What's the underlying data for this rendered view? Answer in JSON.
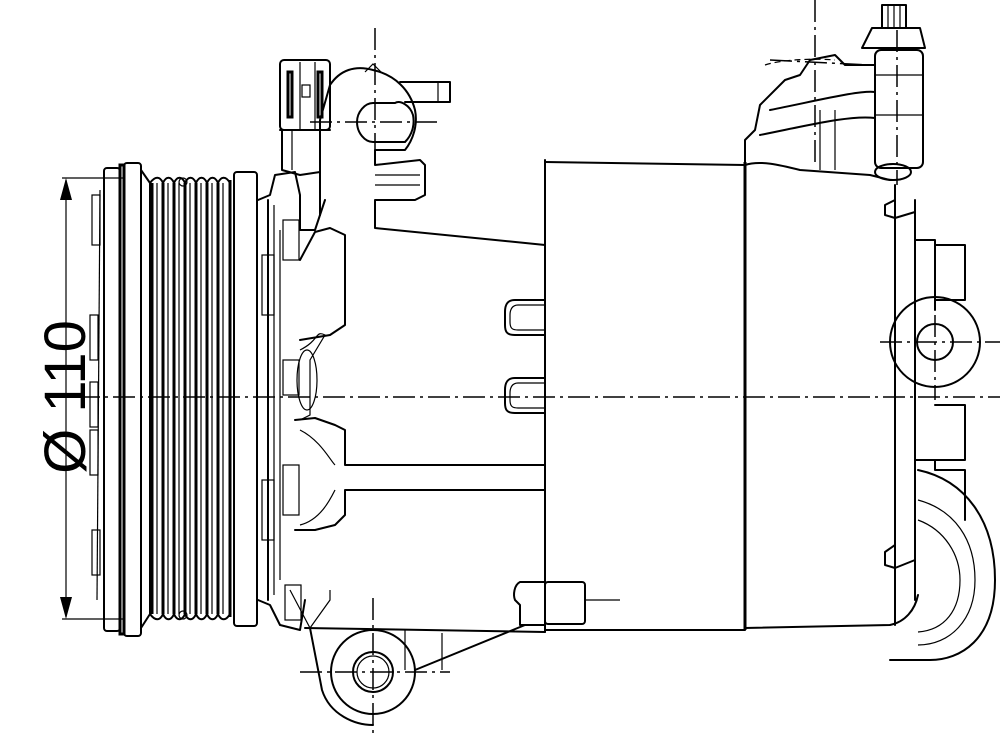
{
  "drawing": {
    "subject": "AC compressor side view with clutch pulley",
    "dimension": {
      "label": "Ø 110",
      "symbol": "Ø",
      "value": "110",
      "orientation": "vertical"
    },
    "colors": {
      "line": "#000000",
      "background": "#ffffff"
    }
  }
}
